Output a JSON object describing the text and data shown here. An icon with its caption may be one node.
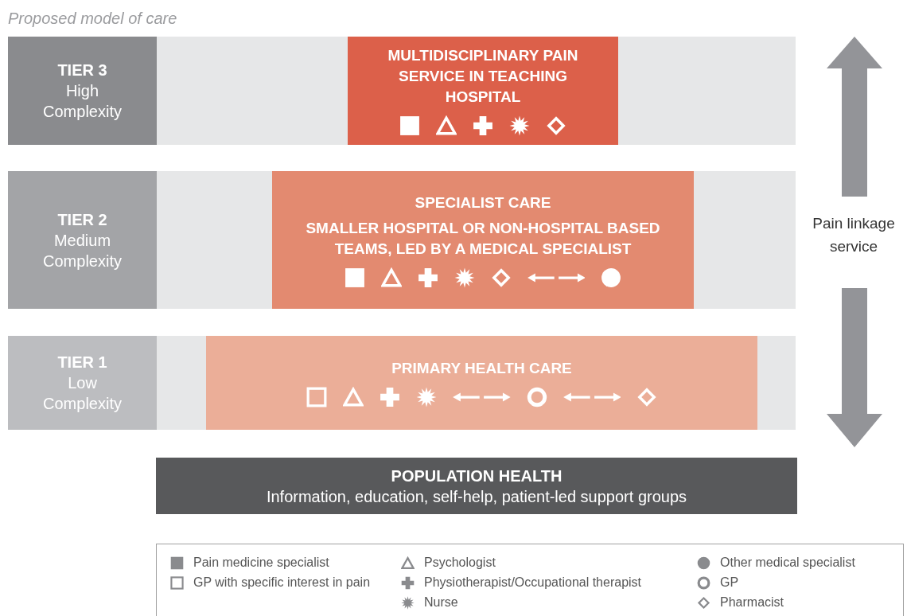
{
  "diagram": {
    "title": "Proposed model of care",
    "nodes": [
      {
        "text": [
          "TIER 3",
          "High Complexity"
        ]
      },
      {
        "text": [
          "MULTIDISCIPLINARY PAIN SERVICE IN TEACHING HOSPITAL"
        ]
      },
      {
        "text": [
          "TIER 2",
          "Medium Complexity"
        ]
      },
      {
        "text": [
          "SPECIALIST CARE",
          "SMALLER HOSPITAL OR NON-HOSPITAL BASED TEAMS, LED BY A MEDICAL SPECIALIST"
        ]
      },
      {
        "text": [
          "TIER 1",
          "Low Complexity"
        ]
      },
      {
        "text": [
          "PRIMARY HEALTH CARE"
        ]
      },
      {
        "text": [
          "POPULATION HEALTH",
          "Information, education, self-help, patient-led support groups"
        ]
      }
    ],
    "labels": [
      "Pain linkage service"
    ],
    "legend": [
      {
        "text": "Pain medicine specialist"
      },
      {
        "text": "GP with specific interest in pain"
      },
      {
        "text": "Psychologist"
      },
      {
        "text": "Physiotherapist/Occupational therapist"
      },
      {
        "text": "Nurse"
      },
      {
        "text": "Other medical specialist"
      },
      {
        "text": "GP"
      },
      {
        "text": "Pharmacist"
      }
    ]
  }
}
